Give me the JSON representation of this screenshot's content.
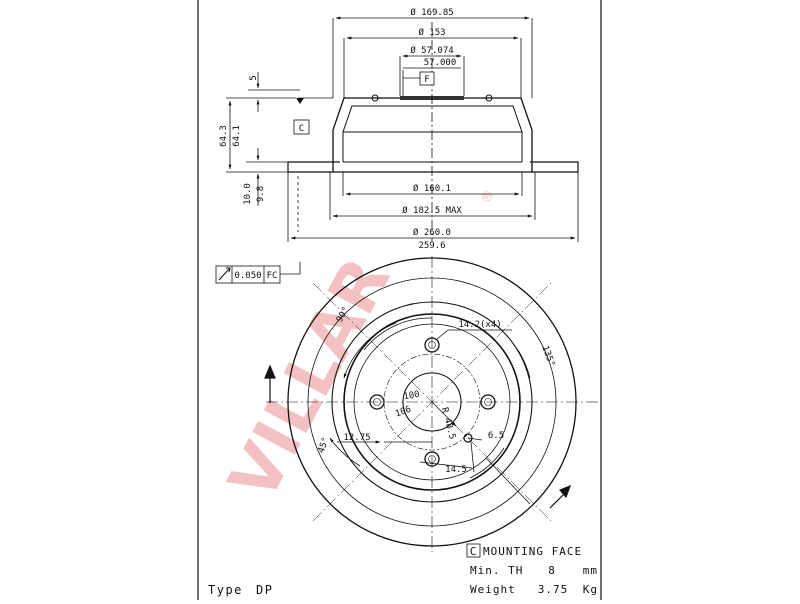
{
  "dimensions": {
    "outer_flange_dia": "Ø 169.85",
    "hat_top_dia": "Ø 153",
    "center_bore_max": "Ø 57.074",
    "center_bore_min": "57.000",
    "hat_height_max": "64.3",
    "hat_height_min": "64.1",
    "hat_top_thickness": "5",
    "disc_thickness_max": "10.0",
    "disc_thickness_min": "9.8",
    "inner_dia": "Ø 160.1",
    "drum_max_dia": "Ø 182.5 MAX",
    "disc_dia_max": "Ø 260.0",
    "disc_dia_min": "259.6",
    "hole_dia": "14.2(x4)",
    "angle_90": "90°",
    "angle_135": "135°",
    "angle_45": "45°",
    "pcd_a": "100",
    "pcd_b": "106",
    "radius": "R 48.5",
    "offset_12_75": "12.75",
    "small_hole": "6.5",
    "offset_14_5": "14.5"
  },
  "datums": {
    "flatness_datum": "F",
    "mounting_datum": "C",
    "runout_tolerance": "0.050",
    "runout_ref": "FC"
  },
  "notes": {
    "legend_box": "C",
    "legend_text": "MOUNTING FACE",
    "min_th_label": "Min. TH",
    "min_th_value": "8",
    "min_th_unit": "mm",
    "weight_label": "Weight",
    "weight_value": "3.75",
    "weight_unit": "Kg",
    "type_label": "Type",
    "type_value": "DP"
  },
  "watermark": {
    "text": "VILLAR",
    "registered": "®",
    "color": "#e05a5a"
  }
}
